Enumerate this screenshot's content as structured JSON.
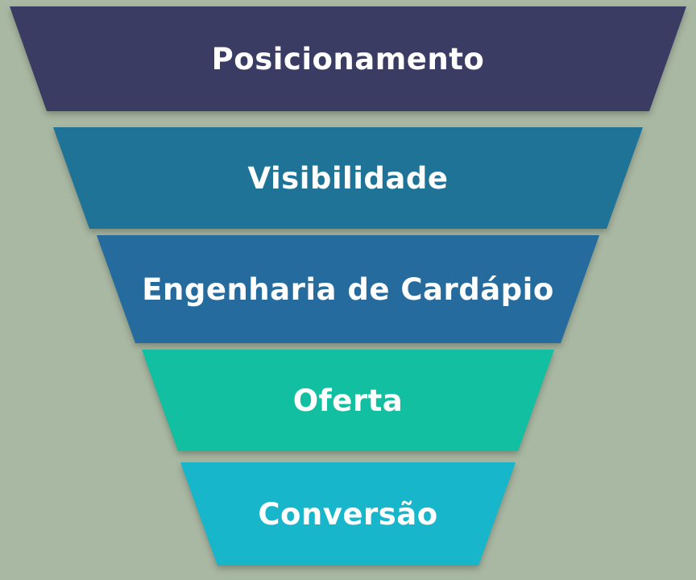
{
  "diagram": {
    "type": "funnel",
    "background_color": "#a9b8a2",
    "text_color": "#ffffff",
    "levels": [
      {
        "label": "Posicionamento",
        "color": "#3a3c63"
      },
      {
        "label": "Visibilidade",
        "color": "#1f7397"
      },
      {
        "label": "Engenharia de Cardápio",
        "color": "#266b9e"
      },
      {
        "label": "Oferta",
        "color": "#12bfa0"
      },
      {
        "label": "Conversão",
        "color": "#18b6ca"
      }
    ]
  }
}
